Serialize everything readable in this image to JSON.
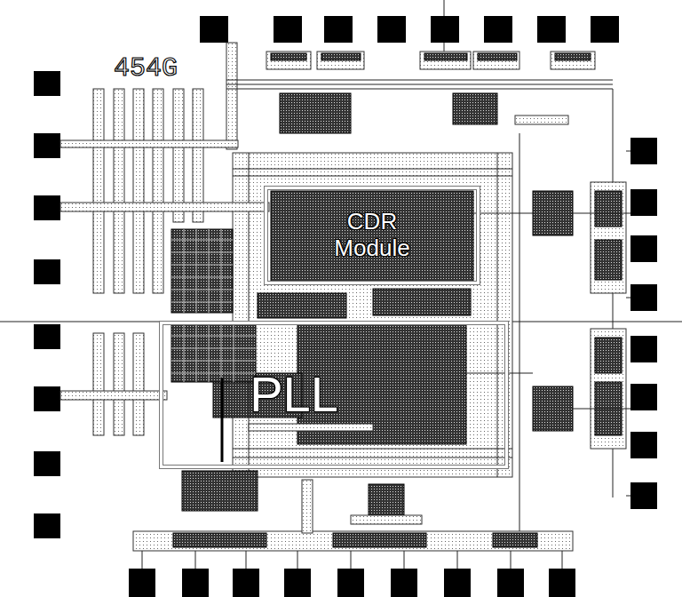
{
  "diagram": {
    "nodes": [
      {
        "text": [
          "CDR Module"
        ]
      },
      {
        "text": [
          "PLL"
        ]
      }
    ],
    "labels": [
      "454G"
    ]
  }
}
